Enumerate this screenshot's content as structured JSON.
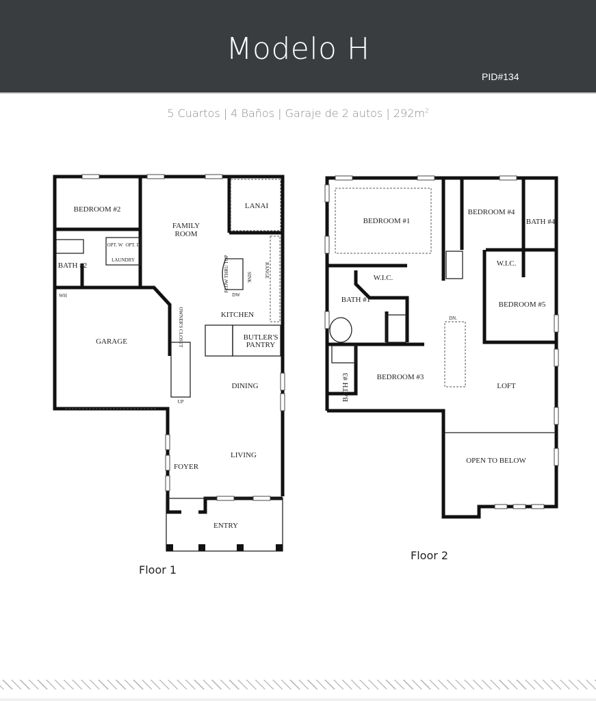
{
  "header": {
    "title": "Modelo H",
    "pid": "PID#134"
  },
  "summary": {
    "text": "5 Cuartos | 4 Baños | Garaje de 2 autos | 292m",
    "superscript": "2"
  },
  "floor1": {
    "label": "Floor 1",
    "rooms": {
      "bedroom2": "BEDROOM #2",
      "bath2": "BATH #2",
      "laundry": "LAUNDRY",
      "opt_w": "OPT. W",
      "opt_d": "OPT. D",
      "wh": "WH",
      "family_room_1": "FAMILY",
      "family_room_2": "ROOM",
      "lanai": "LANAI",
      "kitchen": "KITCHEN",
      "range": "RANGE",
      "sink": "SINK",
      "dw": "DW",
      "flow": "FLOW THRU TOP",
      "garage": "GARAGE",
      "owners_closet": "OWNER'S CLOSET",
      "butlers_pantry_1": "BUTLER'S",
      "butlers_pantry_2": "PANTRY",
      "dining": "DINING",
      "living": "LIVING",
      "foyer": "FOYER",
      "entry": "ENTRY",
      "up": "UP"
    }
  },
  "floor2": {
    "label": "Floor 2",
    "rooms": {
      "bedroom1": "BEDROOM #1",
      "bedroom3": "BEDROOM #3",
      "bedroom4": "BEDROOM #4",
      "bedroom5": "BEDROOM #5",
      "bath1": "BATH #1",
      "bath3": "BATH #3",
      "bath4": "BATH #4",
      "wic1": "W.I.C.",
      "wic2": "W.I.C.",
      "loft": "LOFT",
      "open_below": "OPEN TO BELOW",
      "dn": "DN."
    }
  },
  "colors": {
    "header_bg": "#3a3d40",
    "subtitle": "#8a8a8a"
  }
}
